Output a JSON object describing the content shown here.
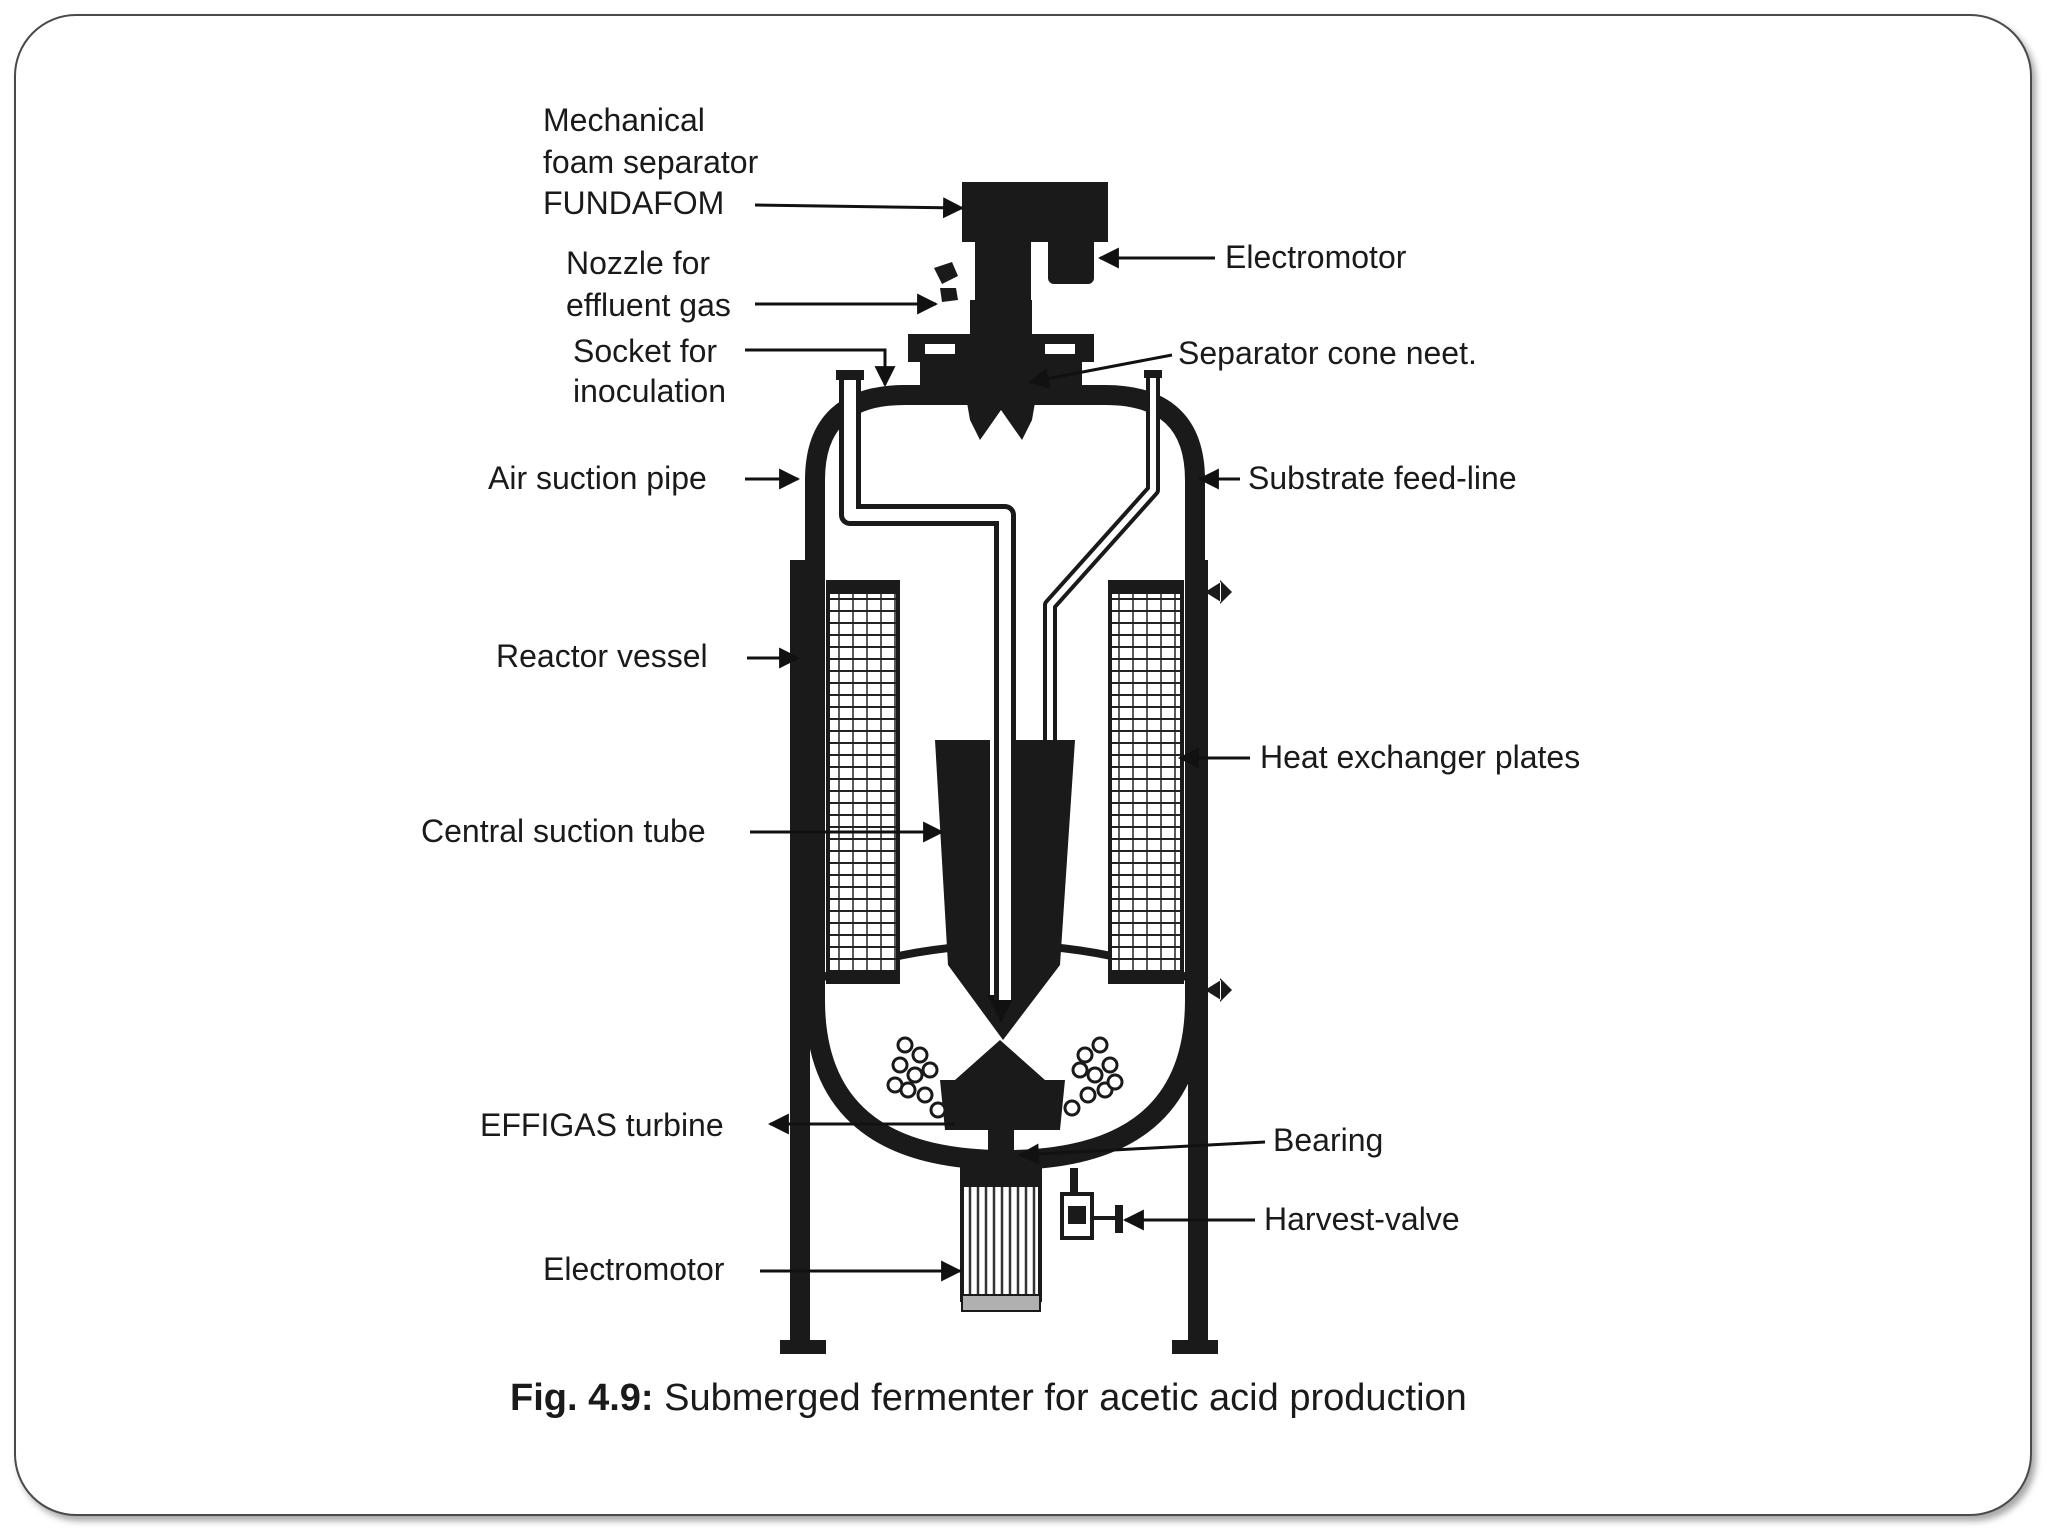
{
  "labels": {
    "foam_separator": [
      "Mechanical",
      "foam separator",
      "FUNDAFOM"
    ],
    "nozzle": [
      "Nozzle for",
      "effluent gas"
    ],
    "socket": [
      "Socket for",
      "inoculation"
    ],
    "electromotor_top": "Electromotor",
    "separator_cone": "Separator cone neet.",
    "air_suction_pipe": "Air suction pipe",
    "substrate_feed_line": "Substrate feed-line",
    "reactor_vessel": "Reactor vessel",
    "heat_exchanger_plates": "Heat exchanger plates",
    "central_suction_tube": "Central suction tube",
    "effigas_turbine": "EFFIGAS turbine",
    "bearing": "Bearing",
    "harvest_valve": "Harvest-valve",
    "electromotor_bottom": "Electromotor"
  },
  "caption": {
    "figure_number": "Fig. 4.9:",
    "text": " Submerged fermenter for acetic acid production"
  }
}
